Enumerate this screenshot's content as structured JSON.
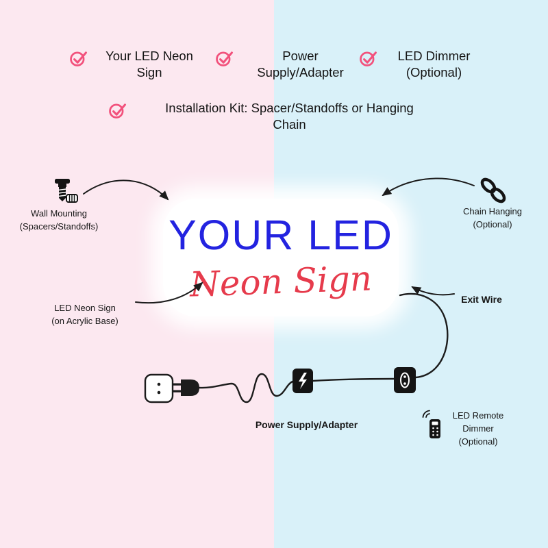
{
  "colors": {
    "background_left": "#fce8f0",
    "background_right": "#d9f1f9",
    "check_pink": "#f2517c",
    "sign_blue": "#2323e0",
    "sign_red": "#e63b4c",
    "ink": "#161616"
  },
  "checklist": {
    "item1": {
      "line1": "Your LED Neon",
      "line2": "Sign"
    },
    "item2": {
      "line1": "Power",
      "line2": "Supply/Adapter"
    },
    "item3": {
      "line1": "LED Dimmer",
      "line2": "(Optional)"
    },
    "item4": {
      "line1": "Installation Kit: Spacer/Standoffs or Hanging",
      "line2": "Chain"
    }
  },
  "sign": {
    "title": "YOUR LED",
    "script": "Neon Sign"
  },
  "labels": {
    "wall_mounting": {
      "line1": "Wall Mounting",
      "line2": "(Spacers/Standoffs)"
    },
    "led_neon_sign": {
      "line1": "LED Neon Sign",
      "line2": "(on Acrylic Base)"
    },
    "chain_hanging": {
      "line1": "Chain Hanging",
      "line2": "(Optional)"
    },
    "exit_wire": "Exit Wire",
    "power_supply": "Power Supply/Adapter",
    "remote_dimmer": {
      "line1": "LED Remote",
      "line2": "Dimmer",
      "line3": "(Optional)"
    }
  },
  "icons": [
    "check-icon",
    "screw-standoff-icon",
    "chain-icon",
    "wall-outlet-icon",
    "plug-icon",
    "power-adapter-icon",
    "inline-dimmer-icon",
    "remote-icon"
  ]
}
